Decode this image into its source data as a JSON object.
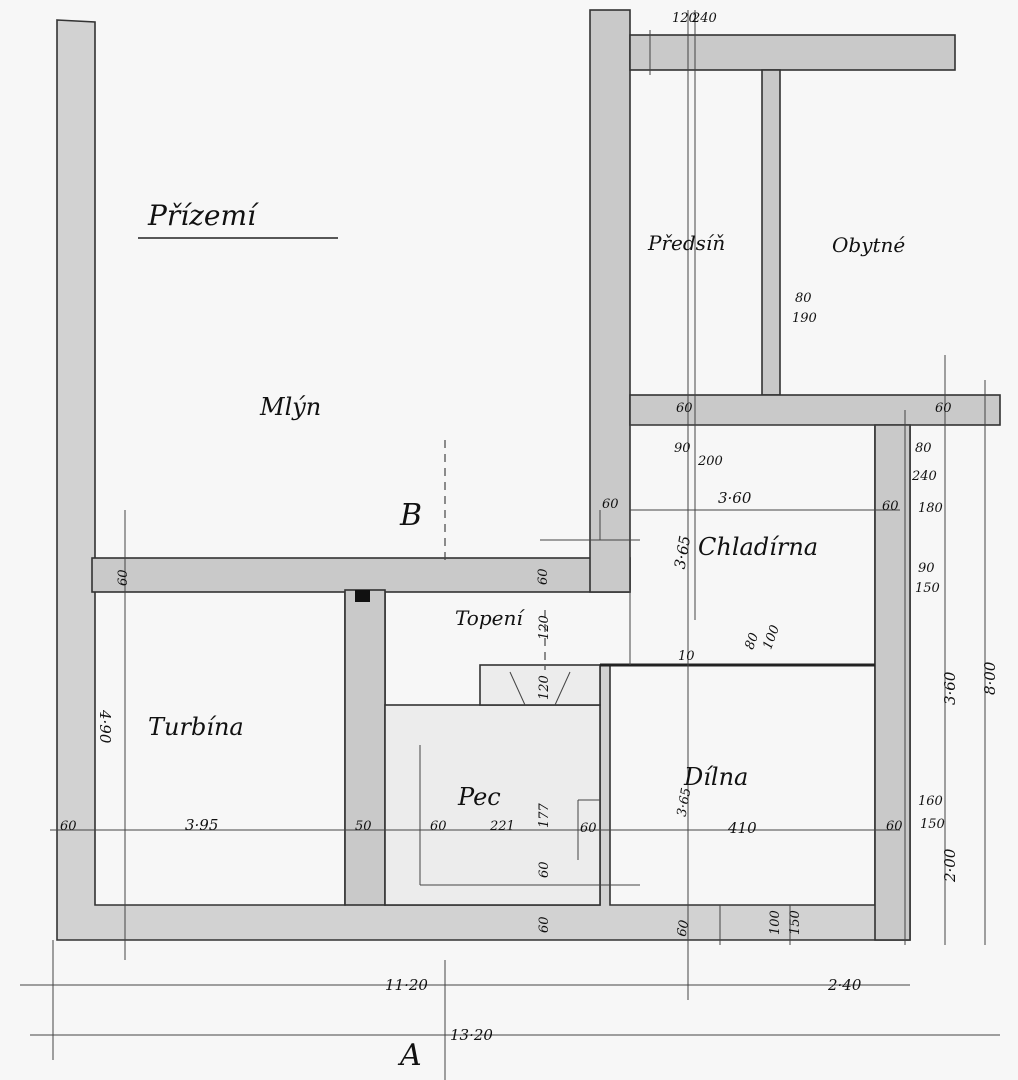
{
  "title": "Přízemí",
  "rooms": {
    "mlyn": "Mlýn",
    "predsin": "Předsíň",
    "obytne": "Obytné",
    "chladirna": "Chladírna",
    "topeni": "Topení",
    "turbina": "Turbína",
    "pec": "Pec",
    "dilna": "Dílna"
  },
  "section_marks": {
    "b": "B",
    "a": "A"
  },
  "dimensions": {
    "top_120": "120",
    "top_240": "240",
    "door_80": "80",
    "door_190": "190",
    "wall_60_a": "60",
    "d_90": "90",
    "d_200": "200",
    "chl_width": "3·60",
    "chl_height": "3·65",
    "r_80": "80",
    "r_60": "60",
    "r_240": "240",
    "r_180": "180",
    "r_60b": "60",
    "r_90": "90",
    "r_150": "150",
    "r_360": "3·60",
    "r_800": "8·00",
    "r_160": "160",
    "r_150b": "150",
    "r_200": "2·00",
    "r_60c": "60",
    "dd_80": "80",
    "dd_100": "100",
    "d_10": "10",
    "w_60_left": "60",
    "w_60_mid": "60",
    "w_60_col": "60",
    "turb_h": "4·90",
    "turb_w": "3·95",
    "b_60": "60",
    "b_50": "50",
    "pec_60": "60",
    "pec_221": "221",
    "pec_177": "177",
    "pec_60r": "60",
    "top_120b": "120",
    "top_120c": "120",
    "pec_60b": "60",
    "pec_60c": "60",
    "dil_365": "3·65",
    "dil_410": "410",
    "dil_60": "60",
    "win_100": "100",
    "win_150": "150",
    "total_1120": "11·20",
    "total_240": "2·40",
    "total_1320": "13·20"
  }
}
